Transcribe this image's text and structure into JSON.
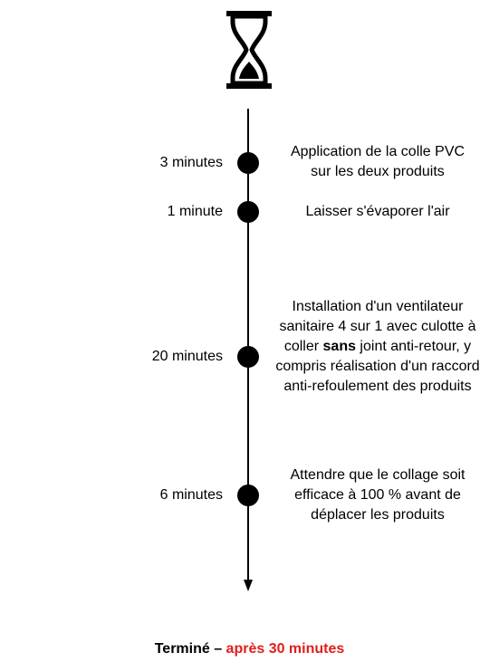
{
  "colors": {
    "line": "#000000",
    "highlight": "#e0201b"
  },
  "icons": {
    "header": "hourglass-icon"
  },
  "steps": [
    {
      "duration": "3 minutes",
      "description": [
        "Application de la colle PVC",
        "sur les deux produits"
      ]
    },
    {
      "duration": "1 minute",
      "description": [
        "Laisser s'évaporer l'air"
      ]
    },
    {
      "duration": "20 minutes",
      "description_before_bold": "Installation d'un ventilateur sanitaire 4 sur 1 avec culotte à coller ",
      "description_bold": "sans",
      "description_after_bold": " joint anti-retour, y compris réalisation d'un raccord anti-refoulement des produits"
    },
    {
      "duration": "6 minutes",
      "description": [
        "Attendre que le collage soit",
        "efficace à 100 % avant de",
        "déplacer les produits"
      ]
    }
  ],
  "footer": {
    "prefix": "Terminé – ",
    "highlight": "après 30 minutes"
  }
}
